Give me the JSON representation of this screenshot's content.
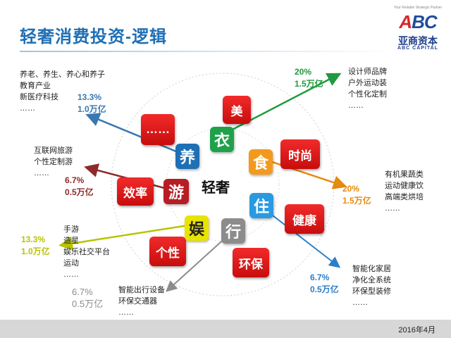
{
  "title": "轻奢消费投资-逻辑",
  "logo": {
    "tagline": "Your Reliable Strategic Partner",
    "mark_a": "A",
    "mark_rest": "BC",
    "name_cn": "亚商资本",
    "name_en": "ABC CAPITAL"
  },
  "center_label": "轻奢",
  "categories": [
    {
      "label": "养",
      "color": "#1f6fb5"
    },
    {
      "label": "衣",
      "color": "#1fa14a"
    },
    {
      "label": "食",
      "color": "#f39a1e"
    },
    {
      "label": "住",
      "color": "#2a9ae0"
    },
    {
      "label": "行",
      "color": "#8c8c8c"
    },
    {
      "label": "娱",
      "color": "#e9e300"
    },
    {
      "label": "游",
      "color": "#b71d24"
    }
  ],
  "traits": [
    "……",
    "美",
    "时尚",
    "健康",
    "环保",
    "个性",
    "效率"
  ],
  "groups": [
    {
      "items": [
        "养老、养生、养心和养子",
        "教育产业",
        "新医疗科技",
        "……"
      ],
      "pct": "13.3%",
      "amount": "1.0万亿",
      "color": "#3a78b0"
    },
    {
      "items": [
        "设计师品牌",
        "户外运动装",
        "个性化定制",
        "……"
      ],
      "pct": "20%",
      "amount": "1.5万亿",
      "color": "#1f9a3e"
    },
    {
      "items": [
        "互联网旅游",
        "个性定制游",
        "……"
      ],
      "pct": "6.7%",
      "amount": "0.5万亿",
      "color": "#8f2a2a"
    },
    {
      "items": [
        "有机果蔬类",
        "运动健康饮",
        "高端类烘培",
        "……"
      ],
      "pct": "20%",
      "amount": "1.5万亿",
      "color": "#e58a10"
    },
    {
      "items": [
        "手游",
        "造星",
        "娱乐社交平台",
        "运动",
        "……"
      ],
      "pct": "13.3%",
      "amount": "1.0万亿",
      "color": "#b8c400"
    },
    {
      "items": [
        "智能出行设备",
        "环保交通器",
        "……"
      ],
      "pct": "6.7%",
      "amount": "0.5万亿",
      "color": "#8c8c8c"
    },
    {
      "items": [
        "智能化家居",
        "净化全系统",
        "环保型装修",
        "……"
      ],
      "pct": "6.7%",
      "amount": "0.5万亿",
      "color": "#2a7fc9"
    }
  ],
  "date": "2016年4月"
}
